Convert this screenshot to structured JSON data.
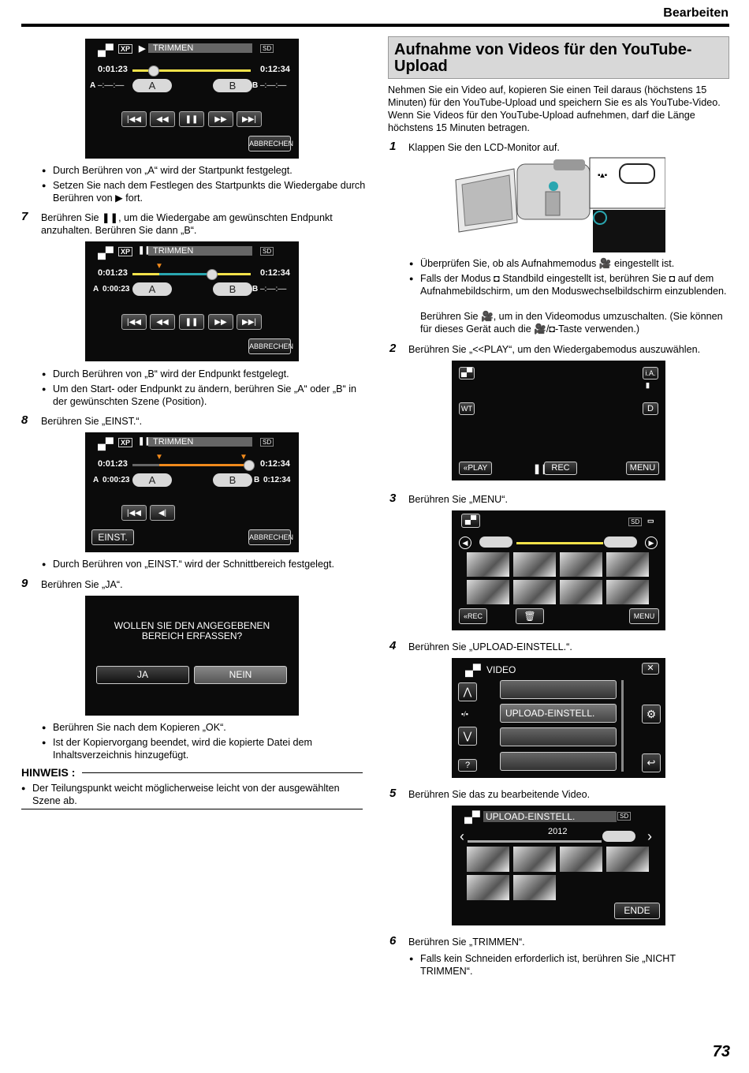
{
  "header": {
    "section": "Bearbeiten",
    "page": "73"
  },
  "left": {
    "screen1": {
      "mode": "XP",
      "title": "TRIMMEN",
      "card": "SD",
      "time_left": "0:01:23",
      "time_right": "0:12:34",
      "a_label": "A",
      "a_val": "–:––:––",
      "b_label": "B",
      "b_val": "–:––:––",
      "btn_a": "A",
      "btn_b": "B",
      "cancel": "ABBRECHEN"
    },
    "bullets1": [
      "Durch Berühren von „A“ wird der Startpunkt festgelegt.",
      "Setzen Sie nach dem Festlegen des Startpunkts die Wiedergabe durch Berühren von ▶ fort."
    ],
    "step7": {
      "num": "7",
      "text": "Berühren Sie ❚❚, um die Wiedergabe am gewünschten Endpunkt anzuhalten. Berühren Sie dann „B“."
    },
    "screen2": {
      "mode": "XP",
      "title": "TRIMMEN",
      "card": "SD",
      "time_left": "0:01:23",
      "time_right": "0:12:34",
      "a_label": "A",
      "a_val": "0:00:23",
      "b_label": "B",
      "b_val": "–:––:––",
      "btn_a": "A",
      "btn_b": "B",
      "cancel": "ABBRECHEN"
    },
    "bullets2": [
      "Durch Berühren von „B“ wird der Endpunkt festgelegt.",
      "Um den Start- oder Endpunkt zu ändern, berühren Sie „A“ oder „B“ in der gewünschten Szene (Position)."
    ],
    "step8": {
      "num": "8",
      "text": "Berühren Sie „EINST.“."
    },
    "screen3": {
      "mode": "XP",
      "title": "TRIMMEN",
      "card": "SD",
      "time_left": "0:01:23",
      "time_right": "0:12:34",
      "a_label": "A",
      "a_val": "0:00:23",
      "b_label": "B",
      "b_val": "0:12:34",
      "btn_a": "A",
      "btn_b": "B",
      "set": "EINST.",
      "cancel": "ABBRECHEN"
    },
    "bullets3": [
      "Durch Berühren von „EINST.“ wird der Schnittbereich festgelegt."
    ],
    "step9": {
      "num": "9",
      "text": "Berühren Sie „JA“."
    },
    "screen4": {
      "question_l1": "WOLLEN SIE DEN ANGEGEBENEN",
      "question_l2": "BEREICH ERFASSEN?",
      "yes": "JA",
      "no": "NEIN"
    },
    "bullets4": [
      "Berühren Sie nach dem Kopieren „OK“.",
      "Ist der Kopiervorgang beendet, wird die kopierte Datei dem Inhaltsverzeichnis hinzugefügt."
    ],
    "note": {
      "title": "HINWEIS :",
      "text": "Der Teilungspunkt weicht möglicherweise leicht von der ausgewählten Szene ab."
    }
  },
  "right": {
    "title": "Aufnahme von Videos für den YouTube-Upload",
    "title_l1": "Aufnahme von Videos für den YouTube-",
    "title_l2": "Upload",
    "intro": [
      "Nehmen Sie ein Video auf, kopieren Sie einen Teil daraus (höchstens 15",
      "Minuten) für den YouTube-Upload und speichern Sie es als YouTube-Video.",
      "Wenn Sie Videos für den YouTube-Upload aufnehmen, darf die Länge",
      "höchstens 15 Minuten betragen."
    ],
    "step1": {
      "num": "1",
      "text": "Klappen Sie den LCD-Monitor auf."
    },
    "bullets1": [
      "Überprüfen Sie, ob als Aufnahmemodus 🎥 eingestellt ist.",
      "Falls der Modus ◘ Standbild eingestellt ist, berühren Sie ◘ auf dem Aufnahmebildschirm, um den Moduswechselbildschirm einzublenden.",
      "Berühren Sie 🎥, um in den Videomodus umzuschalten. (Sie können für dieses Gerät auch die 🎥/◘-Taste verwenden.)"
    ],
    "step2": {
      "num": "2",
      "text": "Berühren Sie „<<PLAY“, um den Wiedergabemodus auszuwählen."
    },
    "screen_rec": {
      "ia": "i.A.",
      "wt": "WT",
      "d": "D",
      "play": "«PLAY",
      "rec": "REC",
      "menu": "MENU"
    },
    "step3": {
      "num": "3",
      "text": "Berühren Sie „MENU“."
    },
    "screen_menu": {
      "card": "SD",
      "rec": "«REC",
      "menu": "MENU"
    },
    "step4": {
      "num": "4",
      "text": "Berühren Sie „UPLOAD-EINSTELL.“."
    },
    "screen_video": {
      "title": "VIDEO",
      "item": "UPLOAD-EINSTELL.",
      "help": "?"
    },
    "step5": {
      "num": "5",
      "text": "Berühren Sie das zu bearbeitende Video."
    },
    "screen_upload": {
      "title": "UPLOAD-EINSTELL.",
      "card": "SD",
      "year": "2012",
      "end": "ENDE"
    },
    "step6": {
      "num": "6",
      "text": "Berühren Sie „TRIMMEN“."
    },
    "bullets6": [
      "Falls kein Schneiden erforderlich ist, berühren Sie „NICHT TRIMMEN“."
    ]
  },
  "colors": {
    "yellow": "#f2e24a",
    "teal": "#2aa6b0",
    "orange": "#f08a1c"
  }
}
